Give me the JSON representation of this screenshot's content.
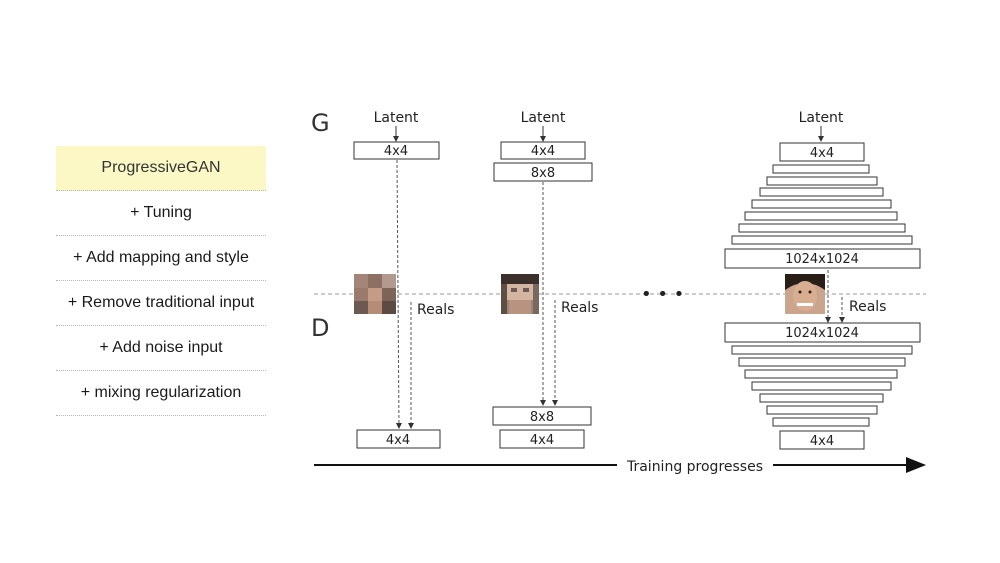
{
  "steps": [
    "ProgressiveGAN",
    "+ Tuning",
    "+ Add mapping and style",
    "+ Remove traditional input",
    "+ Add noise input",
    "+ mixing regularization"
  ],
  "diagram": {
    "g_label": "G",
    "d_label": "D",
    "latent": "Latent",
    "reals": "Reals",
    "res_4": "4x4",
    "res_8": "8x8",
    "res_1024": "1024x1024",
    "ellipsis": "• • •",
    "progress_label": "Training progresses"
  },
  "colors": {
    "highlight": "#fbf8c6",
    "line": "#333333",
    "dashed": "#888888"
  }
}
